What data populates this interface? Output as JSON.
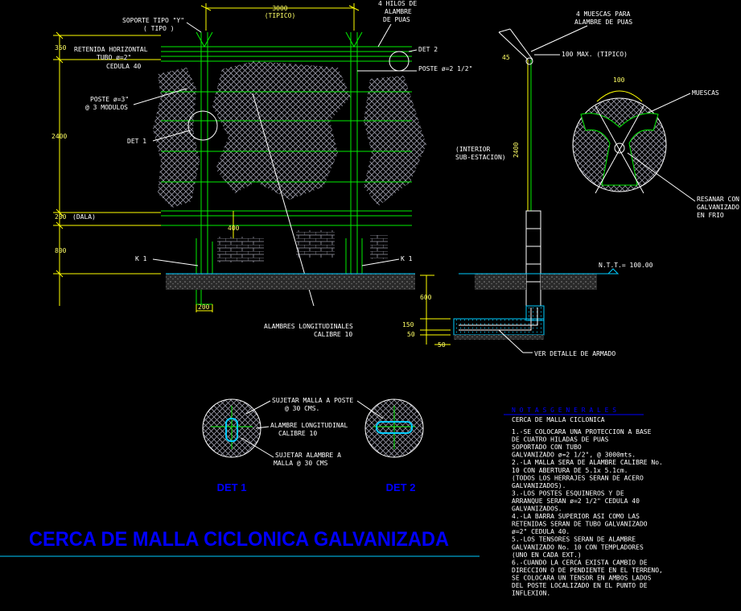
{
  "colors": {
    "background": "#000000",
    "fence": "#00ee00",
    "dimension": "#ffff00",
    "annotation": "#ffffff",
    "ground": "#00ccff",
    "title": "#0000ff",
    "hatch": "#9a9aa8"
  },
  "elevation": {
    "dim_top_value": "3000",
    "dim_top_note": "(TIPICO)",
    "dim_350": "350",
    "dim_2400": "2400",
    "dim_200": "200",
    "dala": "(DALA)",
    "dim_800": "800",
    "dim_400": "400",
    "dim_base": "200",
    "soporte_line1": "SOPORTE TIPO \"Y\"",
    "soporte_line2": "( TIPO )",
    "hilos_line1": "4 HILOS DE",
    "hilos_line2": "ALAMBRE",
    "hilos_line3": "DE PUAS",
    "det2_ref": "DET 2",
    "poste_ref": "POSTE ø=2 1/2\"",
    "retenida_line1": "RETENIDA HORIZONTAL",
    "retenida_line2": "TUBO ø=2\"",
    "retenida_line3": "CEDULA 40",
    "poste3_line1": "POSTE ø=3\"",
    "poste3_line2": "@ 3 MODULOS",
    "det1_ref": "DET 1",
    "k1_left": "K 1",
    "k1_right": "K 1",
    "alambres_line1": "ALAMBRES LONGITUDINALES",
    "alambres_line2": "CALIBRE 10"
  },
  "section": {
    "muescas_top_line1": "4 MUESCAS PARA",
    "muescas_top_line2": "ALAMBRE DE PUAS",
    "max_label": "100 MAX. (TIPICO)",
    "angle_label": "45",
    "dim_2400": "2400",
    "interior_line1": "(INTERIOR",
    "interior_line2": "SUB-ESTACION)",
    "ntt": "N.T.T.= 100.00",
    "dim_600": "600",
    "dim_150": "150",
    "dim_50a": "50",
    "dim_50b": "50",
    "armado": "VER DETALLE DE ARMADO"
  },
  "detail_top": {
    "dim_100": "100",
    "muescas": "MUESCAS",
    "resanar_line1": "RESANAR CON",
    "resanar_line2": "GALVANIZADO",
    "resanar_line3": "EN FRIO"
  },
  "details": {
    "sujetar_malla_line1": "SUJETAR MALLA A POSTE",
    "sujetar_malla_line2": "@ 30 CMS.",
    "alambre_long_line1": "ALAMBRE LONGITUDINAL",
    "alambre_long_line2": "CALIBRE  10",
    "sujetar_alambre_line1": "SUJETAR ALAMBRE A",
    "sujetar_alambre_line2": "MALLA @ 30 CMS",
    "det1_title": "DET 1",
    "det2_title": "DET 2"
  },
  "notes": {
    "heading": "N O T A S   G E N E R A L E S",
    "subheading": "CERCA DE MALLA CICLONICA",
    "lines": [
      "1.-SE COLOCARA UNA PROTECCION A BASE",
      "DE             CUATRO HILADAS DE PUAS",
      "SOPORTADO CON                TUBO",
      "GALVANIZADO ø=2 1/2\",  @         3000mts.",
      "2.-LA MALLA SERA DE ALAMBRE CALIBRE No.",
      "10          CON ABERTURA DE 5.1x 5.1cm.",
      "(TODOS LOS      HERRAJES SERAN DE ACERO",
      "GALVANIZADOS).",
      "3.-LOS POSTES ESQUINEROS Y DE",
      "ARRANQUE     SERAN ø=2 1/2\" CEDULA 40",
      "GALVANIZADOS.",
      "4.-LA BARRA SUPERIOR ASI COMO LAS",
      "RETENIDAS SERAN DE TUBO GALVANIZADO",
      "ø=2\" CEDULA 40.",
      "5.-LOS TENSORES SERAN DE ALAMBRE",
      "GALVANIZADO No. 10 CON TEMPLADORES",
      "(UNO EN CADA EXT.)",
      "6.-CUANDO LA CERCA EXISTA CAMBIO DE",
      "DIRECCION O DE PENDIENTE EN EL TERRENO,",
      "SE COLOCARA UN TENSOR EN AMBOS LADOS",
      "DEL POSTE LOCALIZADO EN EL PUNTO DE",
      "INFLEXION."
    ]
  },
  "title": "CERCA DE MALLA CICLONICA GALVANIZADA"
}
